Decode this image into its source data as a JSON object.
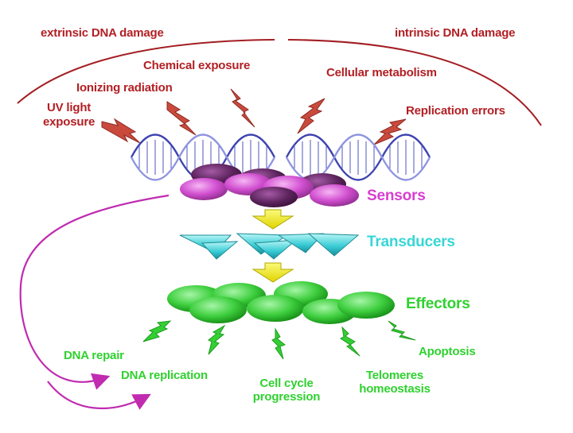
{
  "labels": {
    "extrinsic": "extrinsic DNA damage",
    "intrinsic": "intrinsic DNA damage",
    "chemical": "Chemical exposure",
    "ionizing": "Ionizing radiation",
    "uv_line1": "UV light",
    "uv_line2": "exposure",
    "metabolism": "Cellular metabolism",
    "replication_errors": "Replication errors",
    "sensors": "Sensors",
    "transducers": "Transducers",
    "effectors": "Effectors",
    "dna_repair": "DNA repair",
    "dna_replication": "DNA replication",
    "cell_cycle_line1": "Cell cycle",
    "cell_cycle_line2": "progression",
    "telomeres_line1": "Telomeres",
    "telomeres_line2": "homeostasis",
    "apoptosis": "Apoptosis"
  },
  "colors": {
    "damage_red": "#b21f24",
    "sensors_pink": "#d63fd0",
    "transducers_cyan": "#38d6d6",
    "effectors_green": "#2fd12f",
    "flow_arrow_yellow": "#f2ef1a",
    "feedback_magenta": "#c02bb0",
    "dna_blue": "#4a4fb8"
  }
}
